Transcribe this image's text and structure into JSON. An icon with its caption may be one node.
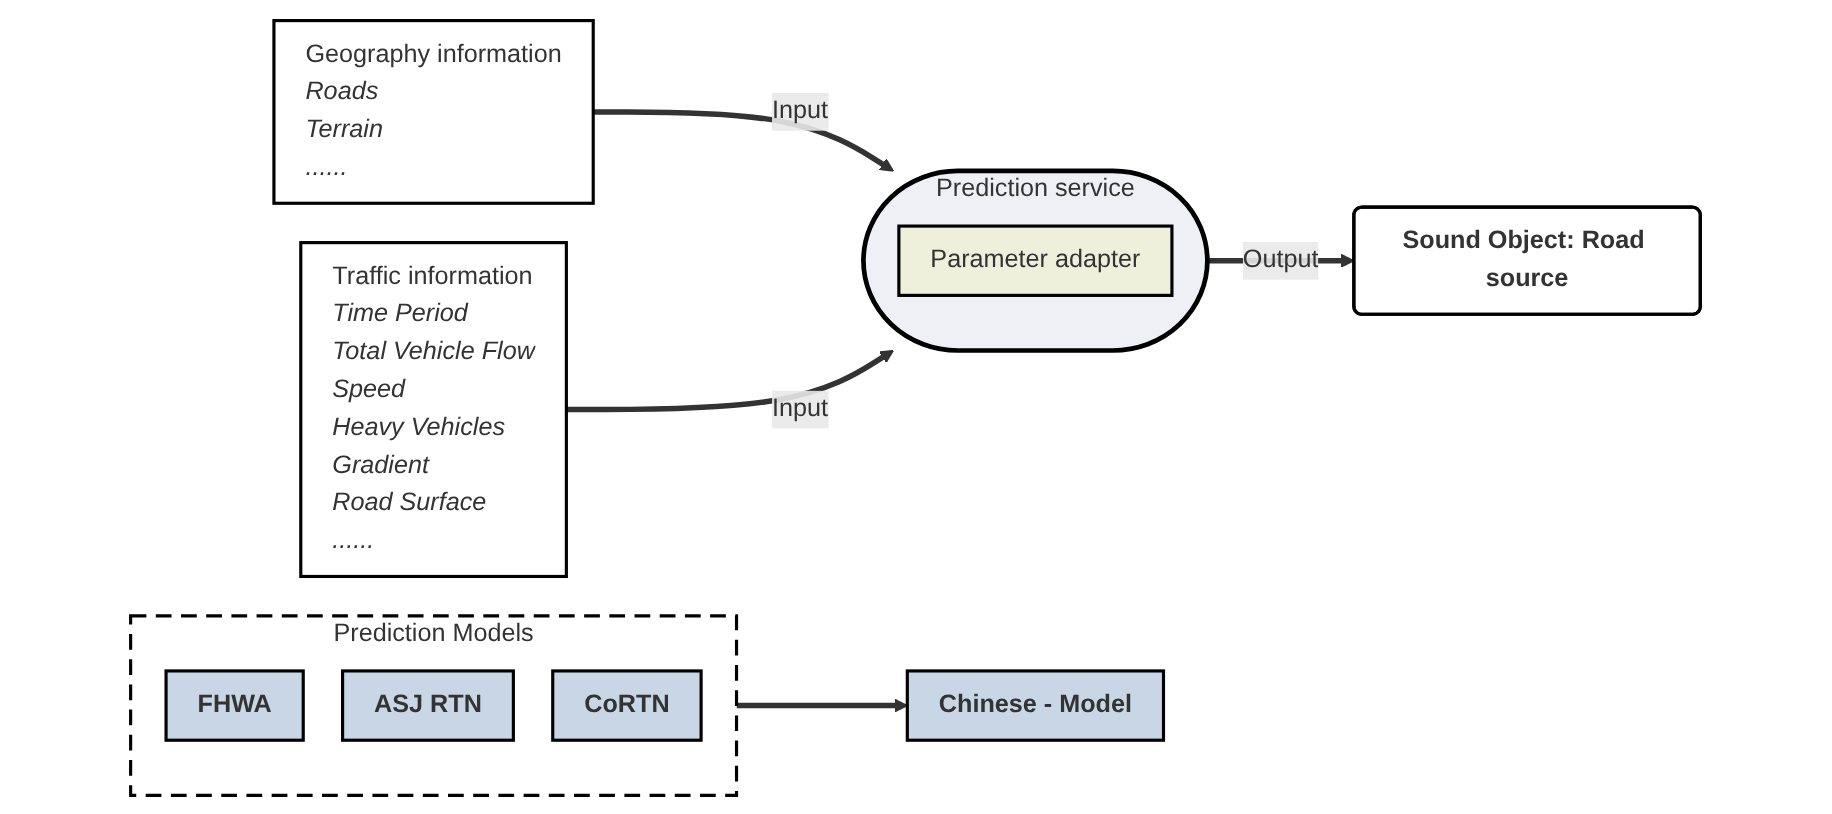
{
  "diagram": {
    "nodes": [
      {
        "text": [
          "Geography information",
          "Roads",
          "Terrain",
          "......"
        ]
      },
      {
        "text": [
          "Traffic information",
          "Time Period",
          "Total Vehicle Flow",
          "Speed",
          "Heavy Vehicles",
          "Gradient",
          "Road Surface",
          "......"
        ]
      },
      {
        "text": [
          "Prediction service"
        ]
      },
      {
        "text": [
          "Parameter adapter"
        ],
        "in": 2
      },
      {
        "text": [
          "Chinese - Model"
        ]
      },
      {
        "text": [
          "Sound Object: Road source"
        ]
      },
      {
        "text": [
          "Prediction Models"
        ]
      },
      {
        "text": [
          "FHWA"
        ],
        "in": 6
      },
      {
        "text": [
          "ASJ RTN"
        ],
        "in": 6
      },
      {
        "text": [
          "CoRTN"
        ],
        "in": 6
      }
    ],
    "edges": [
      {
        "from": 0,
        "to": 2,
        "arrow": "to",
        "label": "Input"
      },
      {
        "from": 1,
        "to": 2,
        "arrow": "to",
        "label": "Input"
      },
      {
        "from": 2,
        "to": 5,
        "arrow": "to",
        "label": "Output"
      },
      {
        "from": 6,
        "to": 4,
        "arrow": "to"
      }
    ]
  }
}
